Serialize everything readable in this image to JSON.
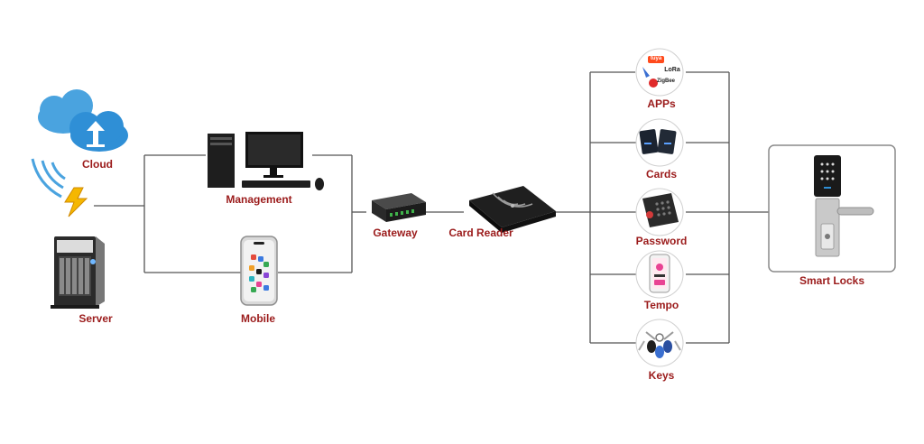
{
  "colors": {
    "label": "#9b1b1b",
    "line": "#555555",
    "cloud": "#4aa3df",
    "bolt": "#f5b700"
  },
  "nodes": {
    "cloud": "Cloud",
    "server": "Server",
    "management": "Management",
    "mobile": "Mobile",
    "gateway": "Gateway",
    "card_reader": "Card Reader",
    "apps": "APPs",
    "cards": "Cards",
    "password": "Password",
    "tempo": "Tempo",
    "keys": "Keys",
    "smart_locks": "Smart Locks"
  },
  "app_logos": {
    "tuya": "tuya",
    "lora": "LoRa",
    "zigbee": "ZigBee"
  },
  "icons": [
    "cloud-upload-icon",
    "wifi-signal-icon",
    "lightning-bolt-icon",
    "server-tower-icon",
    "desktop-computer-icon",
    "smartphone-icon",
    "gateway-box-icon",
    "card-reader-icon",
    "app-logos-icon",
    "rfid-cards-icon",
    "keypad-icon",
    "phone-code-icon",
    "key-fobs-icon",
    "smart-lock-icon"
  ]
}
